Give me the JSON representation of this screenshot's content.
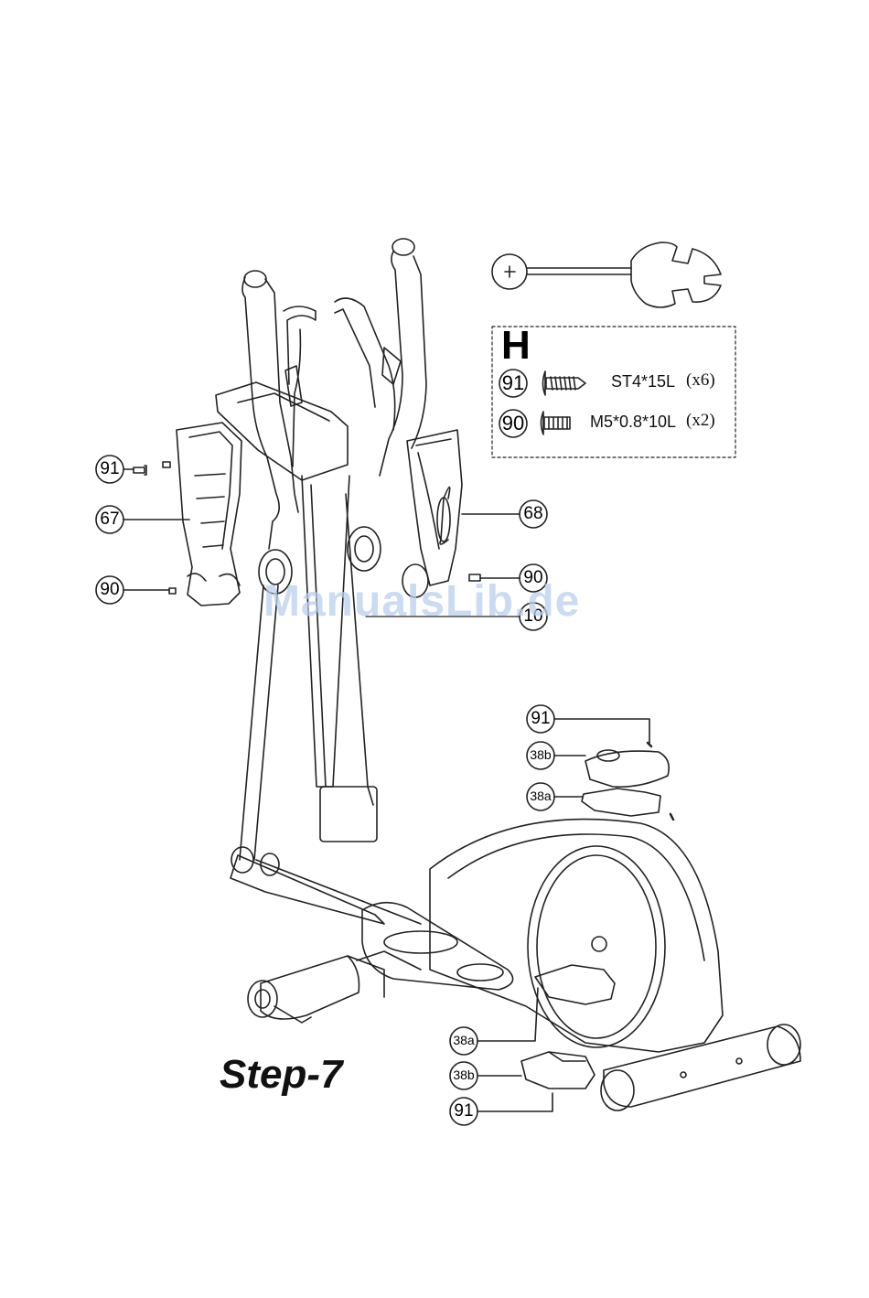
{
  "step_title": "Step-7",
  "watermark": "ManualsLib.de",
  "hardware_pack": {
    "letter": "H",
    "items": [
      {
        "part": "91",
        "spec": "ST4*15L",
        "qty": "(x6)"
      },
      {
        "part": "90",
        "spec": "M5*0.8*10L",
        "qty": "(x2)"
      }
    ]
  },
  "callouts": {
    "c91_left": "91",
    "c67": "67",
    "c90_left": "90",
    "c68": "68",
    "c90_right": "90",
    "c10": "10",
    "c91_top": "91",
    "c38b_top": "38b",
    "c38a_top": "38a",
    "c38a_bottom": "38a",
    "c38b_bottom": "38b",
    "c91_bottom": "91"
  },
  "icons": [
    "wrench-tool-icon",
    "screw-st4-icon",
    "bolt-m5-icon"
  ]
}
